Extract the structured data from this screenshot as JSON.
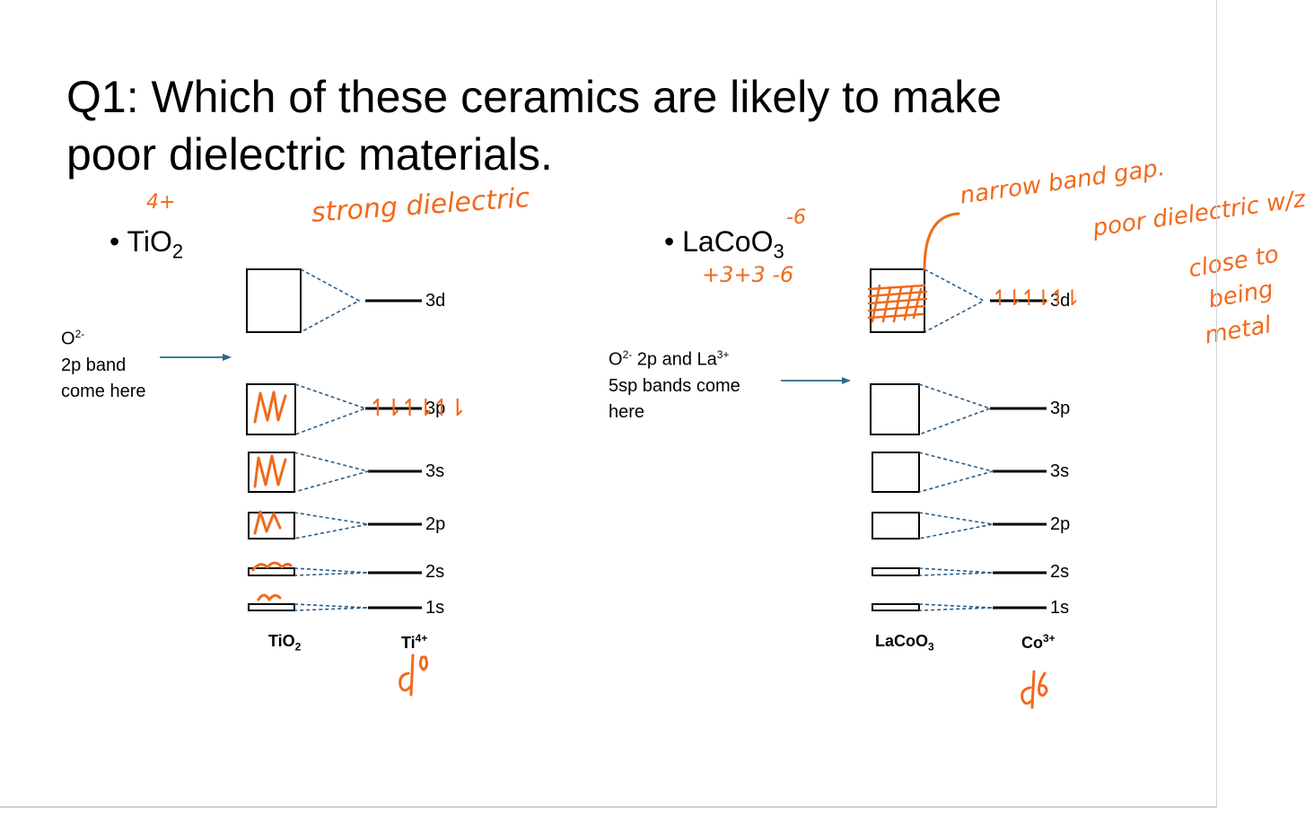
{
  "slide": {
    "title": "Q1: Which of these ceramics are likely to make poor dielectric materials.",
    "left": {
      "bullet": "TiO",
      "bullet_sub": "2",
      "arrow_note_lines": [
        "O",
        "2p band",
        "come here"
      ],
      "arrow_note_sup": "2-",
      "levels": [
        "3d",
        "3p",
        "3s",
        "2p",
        "2s",
        "1s"
      ],
      "compound_label": "TiO",
      "compound_sub": "2",
      "ion_label": "Ti",
      "ion_sup": "4+"
    },
    "right": {
      "bullet": "LaCoO",
      "bullet_sub": "3",
      "arrow_note_line1": "O",
      "arrow_note_line1_sup": "2-",
      "arrow_note_line1_rest": " 2p and La",
      "arrow_note_line1_sup2": "3+",
      "arrow_note_line2": "5sp bands come",
      "arrow_note_line3": "here",
      "levels": [
        "3d",
        "3p",
        "3s",
        "2p",
        "2s",
        "1s"
      ],
      "compound_label": "LaCoO",
      "compound_sub": "3",
      "ion_label": "Co",
      "ion_sup": "3+"
    }
  },
  "handwriting": {
    "charge_ti": "4+",
    "strong_dielectric": "strong dielectric",
    "d0": "d⁰",
    "charges_lacoo3": "+3+3 -6",
    "minus6": "-6",
    "narrow_band_gap": "narrow band gap.",
    "poor_dielectric": "poor dielectric w/z",
    "close_to": "close to",
    "being": "being",
    "metal": "metal",
    "d6": "d6",
    "arrows_3p": "↿⇂↿⇂↿⇂",
    "arrows_3d": "↿⇂↿⇂↿⇂"
  },
  "colors": {
    "ink": "#f06a1c",
    "dashed": "#2c5d86",
    "arrow": "#2c6a8a"
  }
}
